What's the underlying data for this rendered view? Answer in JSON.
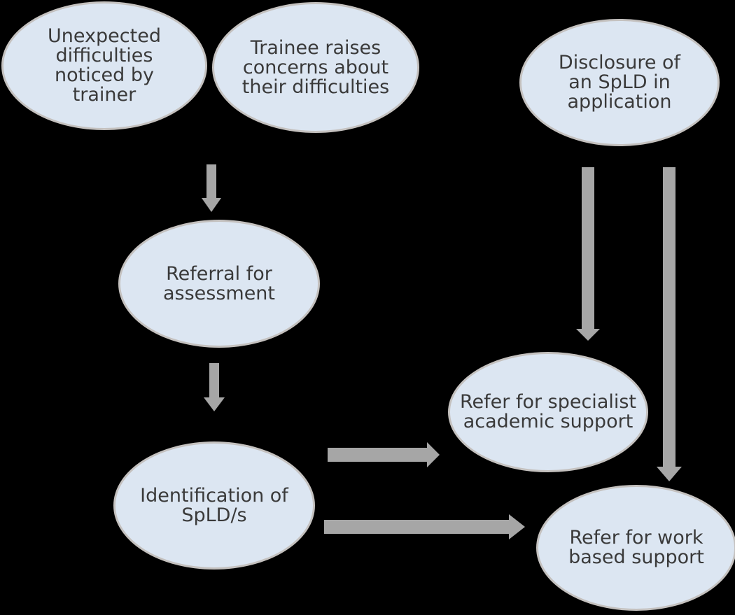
{
  "diagram": {
    "type": "flowchart",
    "background": "#000000",
    "colors": {
      "node_fill": "#dce6f2",
      "node_border": "#c4c1bf",
      "text": "#3a3a3a",
      "arrow": "#a6a6a6"
    },
    "nodes": [
      {
        "id": "unexpected-difficulties",
        "label": "Unexpected\ndifficulties\nnoticed by\ntrainer"
      },
      {
        "id": "trainee-concerns",
        "label": "Trainee raises\nconcerns about\ntheir difficulties"
      },
      {
        "id": "disclosure-application",
        "label": "Disclosure of\nan SpLD in\napplication"
      },
      {
        "id": "referral-assessment",
        "label": "Referral for\nassessment"
      },
      {
        "id": "identification-spld",
        "label": "Identification of\nSpLD/s"
      },
      {
        "id": "specialist-academic-support",
        "label": "Refer for specialist\nacademic support"
      },
      {
        "id": "work-based-support",
        "label": "Refer for work\nbased support"
      }
    ],
    "edges": [
      {
        "from": [
          "unexpected-difficulties",
          "trainee-concerns"
        ],
        "to": "referral-assessment"
      },
      {
        "from": [
          "referral-assessment"
        ],
        "to": "identification-spld"
      },
      {
        "from": [
          "identification-spld"
        ],
        "to": "specialist-academic-support"
      },
      {
        "from": [
          "identification-spld"
        ],
        "to": "work-based-support"
      },
      {
        "from": [
          "disclosure-application"
        ],
        "to": "specialist-academic-support"
      },
      {
        "from": [
          "disclosure-application"
        ],
        "to": "work-based-support"
      }
    ]
  }
}
